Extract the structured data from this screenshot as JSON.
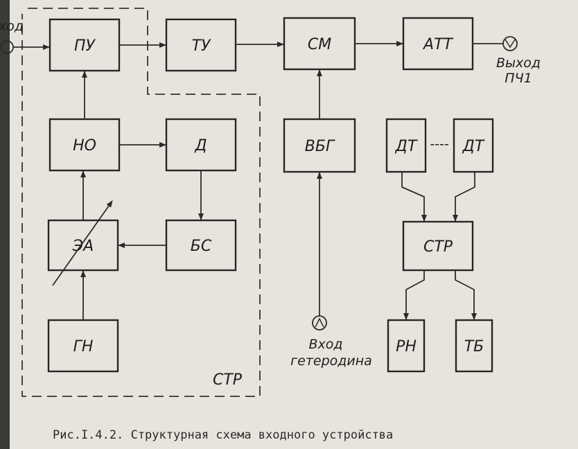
{
  "blocks": {
    "pu": "ПУ",
    "tu": "ТУ",
    "sm": "СМ",
    "att": "АТТ",
    "no": "НО",
    "d": "Д",
    "vbg": "ВБГ",
    "dt1": "ДТ",
    "dt2": "ДТ",
    "ea": "ЭА",
    "bs": "БС",
    "str_right": "СТР",
    "gn": "ГН",
    "rn": "РН",
    "tb": "ТБ"
  },
  "io": {
    "input_left": "ход",
    "output_line1": "Выход",
    "output_line2": "ПЧ1",
    "lo_input_line1": "Вход",
    "lo_input_line2": "гетеродина",
    "dt_ellipsis": "----"
  },
  "region_label": "СТР",
  "caption": "Рис.I.4.2. Структурная схема входного устройства"
}
